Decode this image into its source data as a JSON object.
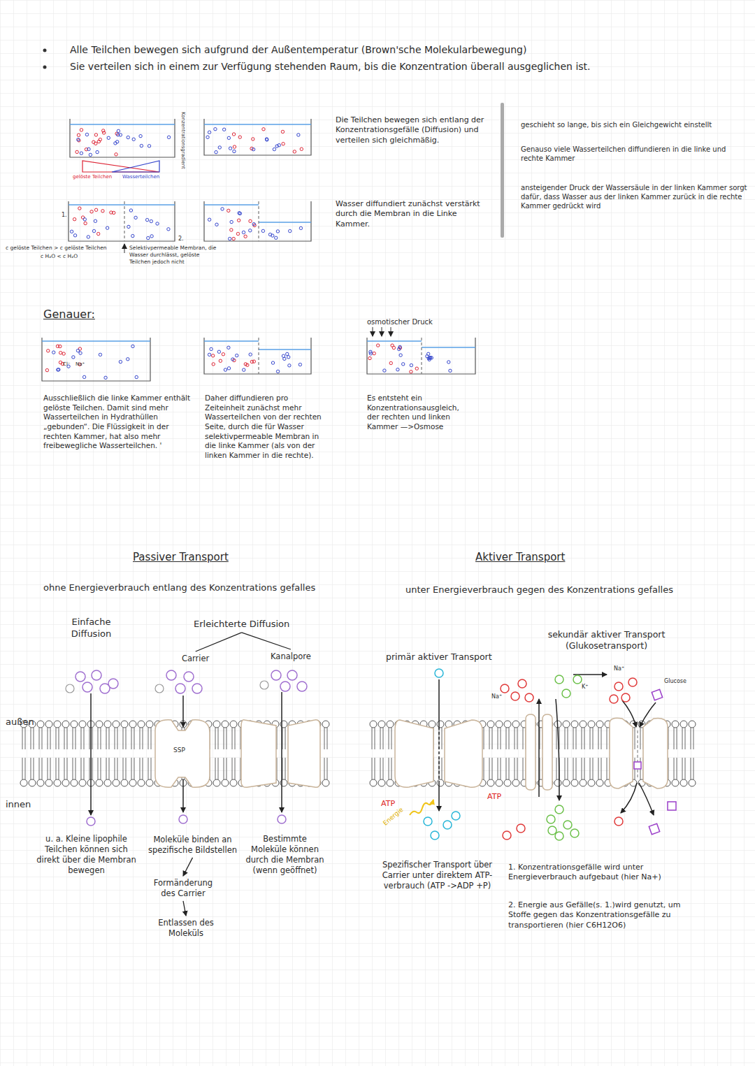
{
  "diagram": {
    "nodes": [
      {
        "text": [
          "Erleichterte Diffusion"
        ]
      },
      {
        "text": [
          "Carrier"
        ]
      },
      {
        "text": [
          "Kanalpore"
        ]
      },
      {
        "text": [
          "Moleküle binden an spezifische Bildstellen"
        ]
      },
      {
        "text": [
          "Formänderung des Carrier"
        ]
      },
      {
        "text": [
          "Entlassen des Moleküls"
        ]
      }
    ],
    "edges": [
      {
        "from": 0,
        "to": 1,
        "arrow": "none"
      },
      {
        "from": 0,
        "to": 2,
        "arrow": "none"
      },
      {
        "from": 3,
        "to": 4,
        "arrow": "to"
      },
      {
        "from": 4,
        "to": 5,
        "arrow": "to"
      }
    ],
    "labels": [
      "Alle Teilchen bewegen sich aufgrund der Außentemperatur (Brown'sche Molekularbewegung)",
      "Sie verteilen sich in einem zur Verfügung stehenden Raum, bis die Konzentration überall ausgeglichen ist.",
      "gelöste Teilchen",
      "Wasserteilchen",
      "Konzentrationsgradient",
      "1.",
      "2.",
      "c gelöste Teilchen > c gelöste Teilchen",
      "c H₂O < c H₂O",
      "Selektivpermeable Membran, die Wasser durchlässt, gelöste Teilchen jedoch nicht",
      "Die Teilchen bewegen sich entlang der Konzentrationsgefälle (Diffusion) und verteilen sich gleichmäßig.",
      "Wasser diffundiert zunächst verstärkt durch die Membran in die Linke Kammer.",
      "geschieht so lange, bis sich ein Gleichgewicht einstellt",
      "Genauso viele Wasserteilchen diffundieren in die linke und rechte Kammer",
      "ansteigender Druck der Wassersäule in der linken Kammer sorgt dafür, dass Wasser aus der linken Kammer zurück in die rechte Kammer gedrückt wird",
      "Genauer:",
      "Cl⁻",
      "Na⁺",
      "Ausschließlich die linke Kammer enthält gelöste Teilchen. Damit sind mehr Wasserteilchen in Hydrathüllen „gebunden“. Die Flüssigkeit in der rechten Kammer, hat also mehr freibewegliche Wasserteilchen. '",
      "Daher diffundieren pro Zeiteinheit zunächst mehr Wasserteilchen von der rechten Seite, durch die für Wasser selektivpermeable Membran in die linke Kammer (als von der linken Kammer in die rechte).",
      "osmotischer Druck",
      "Es entsteht ein Konzentrationsausgleich, der rechten und linken Kammer —>Osmose",
      "Passiver Transport",
      "Aktiver Transport",
      "ohne Energieverbrauch entlang des Konzentrations gefalles",
      "unter Energieverbrauch gegen des Konzentrations gefalles",
      "Einfache Diffusion",
      "SSP",
      "außen",
      "innen",
      "u. a. Kleine lipophile Teilchen können sich direkt über die Membran bewegen",
      "Bestimmte Moleküle können durch die Membran (wenn geöffnet)",
      "primär aktiver Transport",
      "sekundär aktiver Transport (Glukosetransport)",
      "Na⁺",
      "K⁺",
      "Na⁺",
      "Glucose",
      "ATP",
      "Energie",
      "ATP",
      "Spezifischer Transport über Carrier unter direktem ATP- verbrauch (ATP ->ADP +P)",
      "1. Konzentrationsgefälle wird unter Energieverbrauch aufgebaut (hier Na+)",
      "2. Energie aus Gefälle(s. 1.)wird genutzt, um Stoffe gegen das Konzentrationsgefälle zu transportieren (hier C6H12O6)"
    ]
  }
}
